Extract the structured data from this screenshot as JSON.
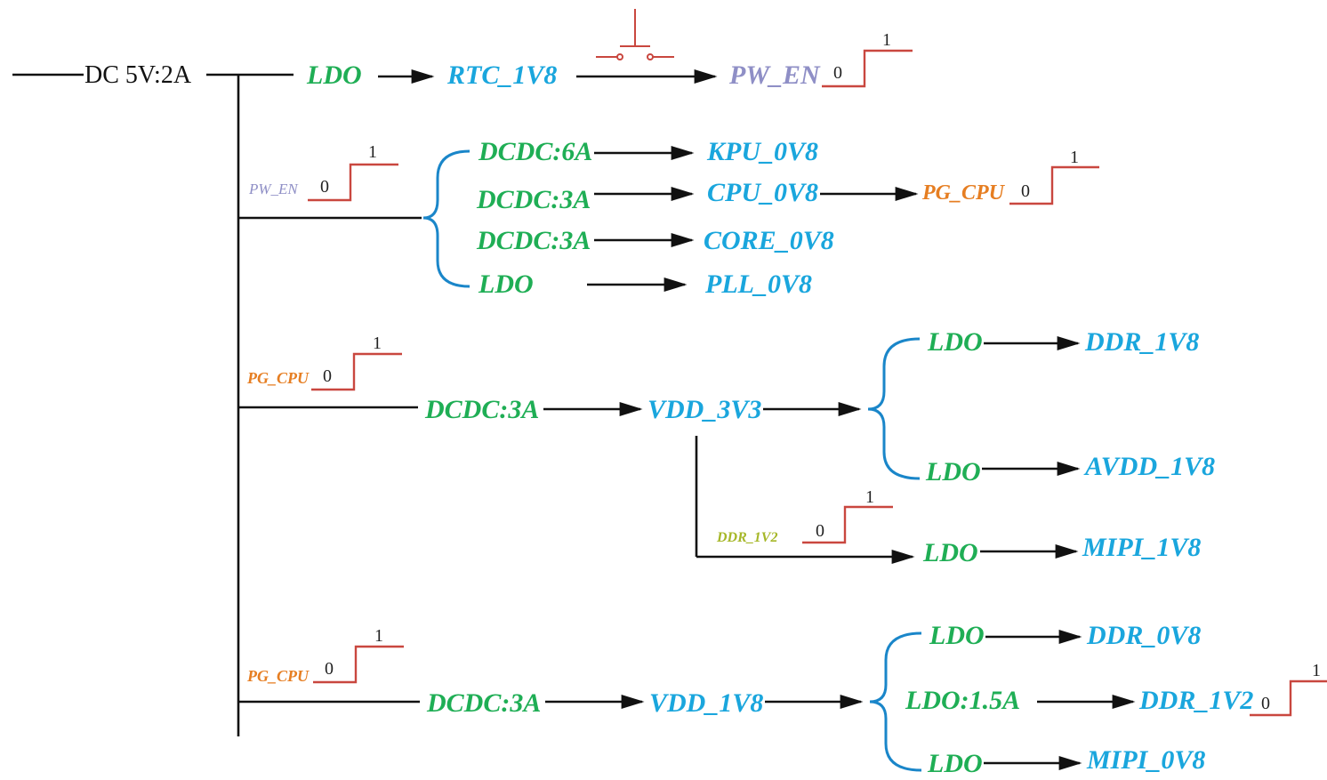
{
  "colors": {
    "converter": "#1fae55",
    "rail": "#1aa6dd",
    "pw_en": "#8f8fc6",
    "pg_cpu": "#e67e22",
    "ddr_en": "#a6b728",
    "pulse": "#c9473f",
    "wire": "#111111",
    "brace": "#1a86c9"
  },
  "input": {
    "label": "DC 5V:2A"
  },
  "levels": {
    "low": "0",
    "high": "1"
  },
  "stage0": {
    "conv": "LDO",
    "rail": "RTC_1V8",
    "switch_icon": "push-button-switch-icon",
    "signal": "PW_EN"
  },
  "stage1": {
    "enable": "PW_EN",
    "branches": [
      {
        "conv": "DCDC:6A",
        "rail": "KPU_0V8"
      },
      {
        "conv": "DCDC:3A",
        "rail": "CPU_0V8",
        "pg": "PG_CPU"
      },
      {
        "conv": "DCDC:3A",
        "rail": "CORE_0V8"
      },
      {
        "conv": "LDO",
        "rail": "PLL_0V8"
      }
    ]
  },
  "stage2": {
    "enable": "PG_CPU",
    "conv": "DCDC:3A",
    "rail": "VDD_3V3",
    "branches": [
      {
        "conv": "LDO",
        "rail": "DDR_1V8"
      },
      {
        "conv": "LDO",
        "rail": "AVDD_1V8"
      }
    ],
    "sub": {
      "enable": "DDR_1V2",
      "conv": "LDO",
      "rail": "MIPI_1V8"
    }
  },
  "stage3": {
    "enable": "PG_CPU",
    "conv": "DCDC:3A",
    "rail": "VDD_1V8",
    "branches": [
      {
        "conv": "LDO",
        "rail": "DDR_0V8"
      },
      {
        "conv": "LDO:1.5A",
        "rail": "DDR_1V2"
      },
      {
        "conv": "LDO",
        "rail": "MIPI_0V8"
      }
    ]
  }
}
